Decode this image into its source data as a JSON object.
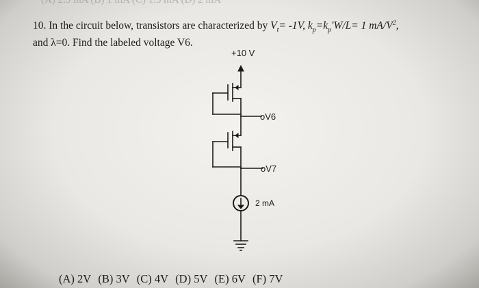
{
  "header_fragment": "(A) 2.5 mA   (B) 1 mA   (C) 1.5 mA   (D) 2 mA",
  "question": {
    "number": "10.",
    "line1_pre": "In the circuit below, transistors are characterized by ",
    "vt_sym": "V",
    "vt_sub": "t",
    "vt_val": "= -1V, k",
    "kp_sub": "p",
    "kp_mid": "=k",
    "kp_sub2": "p",
    "kp_tail": "'W/L= 1 mA/V",
    "kp_sup": "2",
    "kp_end": ",",
    "line2": "and λ=0. Find the labeled voltage V6."
  },
  "circuit": {
    "supply_label": "+10 V",
    "v6_label": "oV6",
    "v7_label": "oV7",
    "source_label": "2 mA"
  },
  "answers": [
    "(A) 2V",
    "(B) 3V",
    "(C) 4V",
    "(D) 5V",
    "(E) 6V",
    "(F) 7V"
  ]
}
